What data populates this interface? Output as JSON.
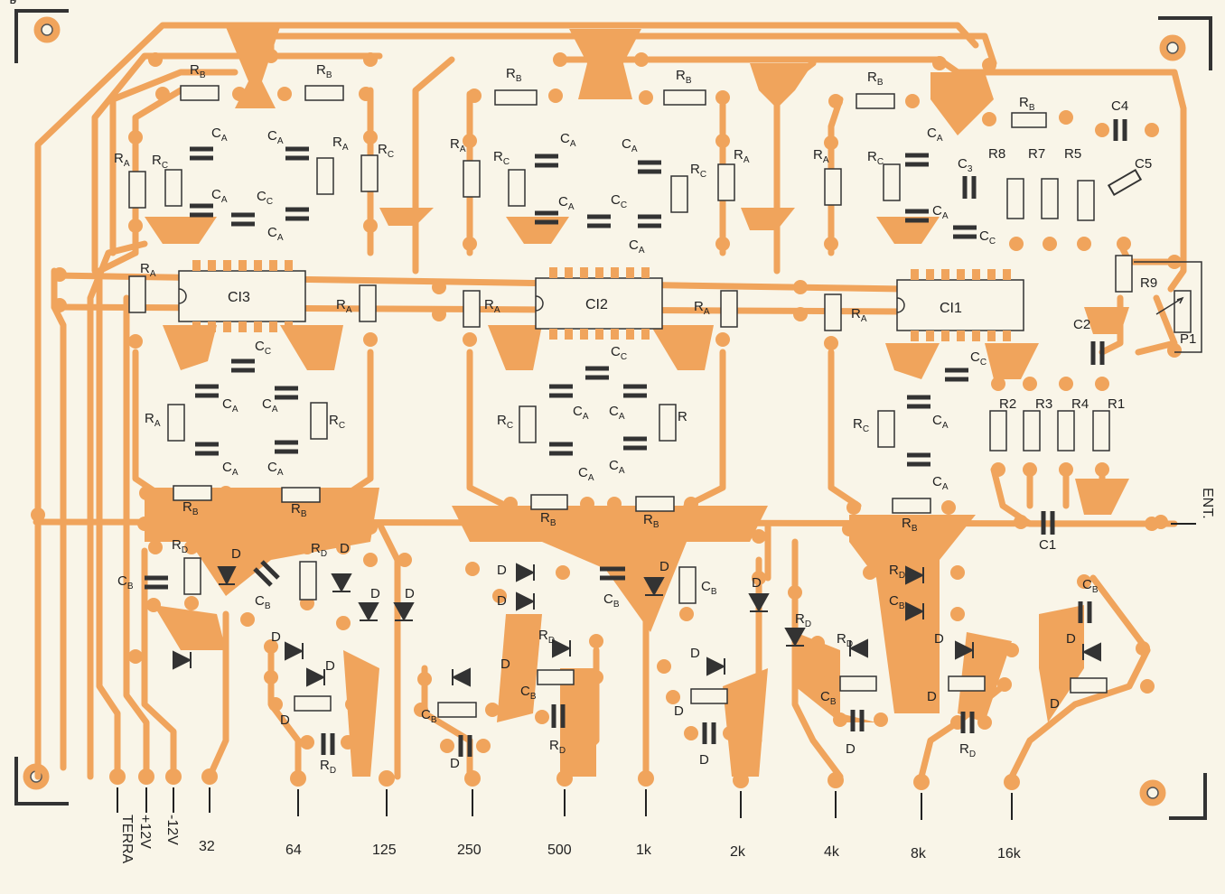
{
  "colors": {
    "board": "#f9f5e8",
    "copper": "#f0a45c",
    "ink": "#222222"
  },
  "ics": [
    {
      "label": "CI3"
    },
    {
      "label": "CI2"
    },
    {
      "label": "CI1"
    }
  ],
  "outputs": [
    {
      "label": "TERRA",
      "vertical": true
    },
    {
      "label": "+12V",
      "vertical": true
    },
    {
      "label": "-12V",
      "vertical": true
    },
    {
      "label": "32"
    },
    {
      "label": "64"
    },
    {
      "label": "125"
    },
    {
      "label": "250"
    },
    {
      "label": "500"
    },
    {
      "label": "1k"
    },
    {
      "label": "2k"
    },
    {
      "label": "4k"
    },
    {
      "label": "8k"
    },
    {
      "label": "16k"
    }
  ],
  "input_label": "ENT.",
  "components": [
    {
      "main": "R",
      "sub": "B"
    },
    {
      "main": "R",
      "sub": "B"
    },
    {
      "main": "R",
      "sub": "B"
    },
    {
      "main": "R",
      "sub": "B"
    },
    {
      "main": "R",
      "sub": "B"
    },
    {
      "main": "R",
      "sub": "B"
    },
    {
      "main": "R",
      "sub": "A"
    },
    {
      "main": "R",
      "sub": "C"
    },
    {
      "main": "C",
      "sub": "A"
    },
    {
      "main": "C",
      "sub": "A"
    },
    {
      "main": "C",
      "sub": "C"
    },
    {
      "main": "C",
      "sub": "A"
    },
    {
      "main": "C",
      "sub": "A"
    },
    {
      "main": "R",
      "sub": "A"
    },
    {
      "main": "R",
      "sub": "C"
    },
    {
      "main": "R",
      "sub": "A"
    },
    {
      "main": "R",
      "sub": "C"
    },
    {
      "main": "C",
      "sub": "A"
    },
    {
      "main": "C",
      "sub": "A"
    },
    {
      "main": "C",
      "sub": "C"
    },
    {
      "main": "C",
      "sub": "A"
    },
    {
      "main": "C",
      "sub": "A"
    },
    {
      "main": "R",
      "sub": "C"
    },
    {
      "main": "R",
      "sub": "A"
    },
    {
      "main": "R",
      "sub": "A"
    },
    {
      "main": "R",
      "sub": "C"
    },
    {
      "main": "C",
      "sub": "A"
    },
    {
      "main": "C",
      "sub": "A"
    },
    {
      "main": "C",
      "sub": "C"
    },
    {
      "main": "C",
      "sub": "3"
    },
    {
      "main": "R8"
    },
    {
      "main": "R7"
    },
    {
      "main": "R5"
    },
    {
      "main": "C4"
    },
    {
      "main": "C5"
    },
    {
      "main": "R",
      "sub": "A"
    },
    {
      "main": "R",
      "sub": "A"
    },
    {
      "main": "R",
      "sub": "A"
    },
    {
      "main": "R",
      "sub": "A"
    },
    {
      "main": "R",
      "sub": "A"
    },
    {
      "main": "R9"
    },
    {
      "main": "P1"
    },
    {
      "main": "C2"
    },
    {
      "main": "C",
      "sub": "C"
    },
    {
      "main": "C",
      "sub": "C"
    },
    {
      "main": "C",
      "sub": "C"
    },
    {
      "main": "R",
      "sub": "A"
    },
    {
      "main": "C",
      "sub": "A"
    },
    {
      "main": "C",
      "sub": "A"
    },
    {
      "main": "R",
      "sub": "C"
    },
    {
      "main": "C",
      "sub": "A"
    },
    {
      "main": "C",
      "sub": "A"
    },
    {
      "main": "R",
      "sub": "C"
    },
    {
      "main": "C",
      "sub": "A"
    },
    {
      "main": "C",
      "sub": "A"
    },
    {
      "main": "C",
      "sub": "A"
    },
    {
      "main": "C",
      "sub": "A"
    },
    {
      "main": "R"
    },
    {
      "main": "R",
      "sub": "C"
    },
    {
      "main": "C",
      "sub": "A"
    },
    {
      "main": "C",
      "sub": "A"
    },
    {
      "main": "R2"
    },
    {
      "main": "R3"
    },
    {
      "main": "R4"
    },
    {
      "main": "R1"
    },
    {
      "main": "R",
      "sub": "B"
    },
    {
      "main": "R",
      "sub": "B"
    },
    {
      "main": "R",
      "sub": "B"
    },
    {
      "main": "R",
      "sub": "B"
    },
    {
      "main": "R",
      "sub": "B"
    },
    {
      "main": "C1"
    },
    {
      "main": "C",
      "sub": "B"
    },
    {
      "main": "R",
      "sub": "D"
    },
    {
      "main": "D"
    },
    {
      "main": "C",
      "sub": "B"
    },
    {
      "main": "R",
      "sub": "D"
    },
    {
      "main": "D"
    },
    {
      "main": "D"
    },
    {
      "main": "D"
    },
    {
      "main": "D"
    },
    {
      "main": "D"
    },
    {
      "main": "D"
    },
    {
      "main": "R",
      "sub": "D"
    },
    {
      "main": "C",
      "sub": "B"
    },
    {
      "main": "D"
    },
    {
      "main": "D"
    },
    {
      "main": "D"
    },
    {
      "main": "D"
    },
    {
      "main": "R",
      "sub": "D"
    },
    {
      "main": "C",
      "sub": "B"
    },
    {
      "main": "R",
      "sub": "D"
    },
    {
      "main": "C",
      "sub": "B"
    },
    {
      "main": "D"
    },
    {
      "main": "C",
      "sub": "B"
    },
    {
      "main": "D"
    },
    {
      "main": "R",
      "sub": "D"
    },
    {
      "main": "D"
    },
    {
      "main": "D"
    },
    {
      "main": "D"
    },
    {
      "main": "R",
      "sub": "D"
    },
    {
      "main": "C",
      "sub": "B"
    },
    {
      "main": "D"
    },
    {
      "main": "R",
      "sub": "D"
    },
    {
      "main": "C",
      "sub": "B"
    },
    {
      "main": "D"
    },
    {
      "main": "D"
    },
    {
      "main": "R",
      "sub": "D"
    },
    {
      "main": "C",
      "sub": "B"
    },
    {
      "main": "D"
    },
    {
      "main": "D"
    },
    {
      "main": "R",
      "sub": "D"
    },
    {
      "main": "C",
      "sub": "B"
    },
    {
      "main": "C",
      "sub": "B"
    },
    {
      "main": "D"
    },
    {
      "main": "R",
      "sub": "D"
    }
  ]
}
